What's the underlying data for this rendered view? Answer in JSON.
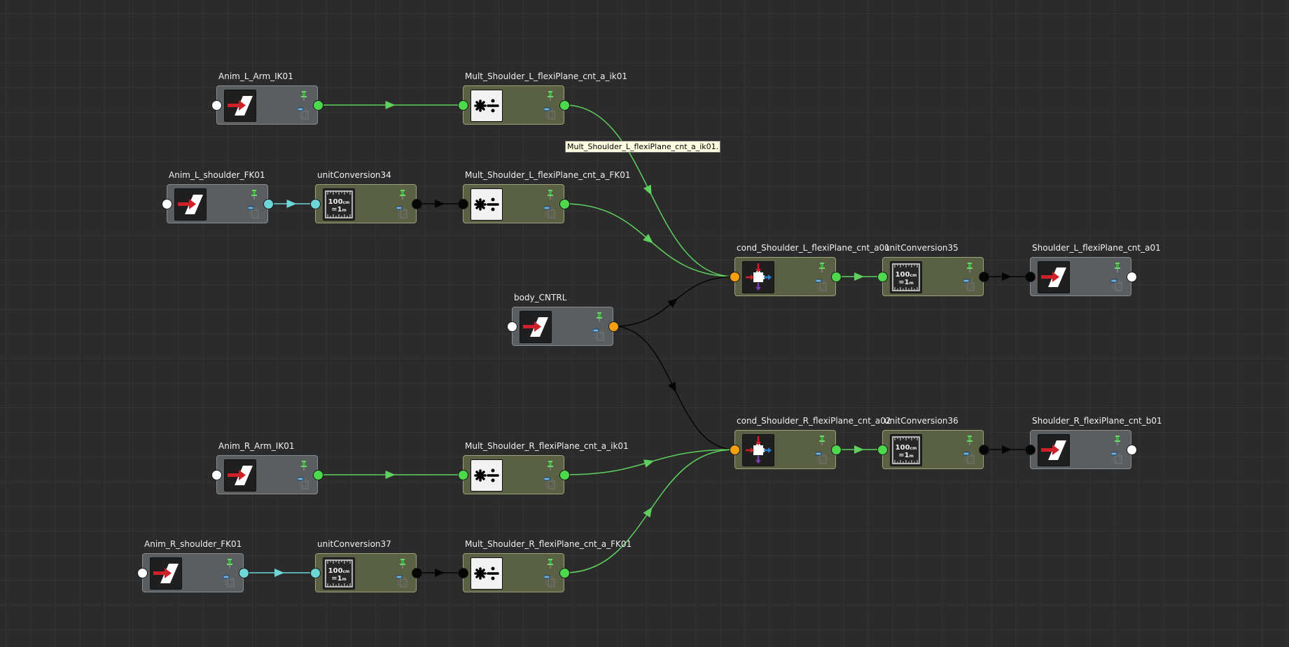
{
  "colors": {
    "green_port": "#4cd94c",
    "cyan_port": "#6fd6d8",
    "black_port": "#050505",
    "white_port": "#ffffff",
    "orange_port": "#f5a012",
    "green_edge": "#5fcf5f",
    "cyan_edge": "#6fd6d8",
    "black_edge": "#050505"
  },
  "nodes": [
    {
      "id": "anim_l_arm_ik",
      "title": "Anim_L_Arm_IK01",
      "kind": "transform",
      "icon": "transform-icon",
      "in": "white",
      "out": "green"
    },
    {
      "id": "mult_l_ik",
      "title": "Mult_Shoulder_L_flexiPlane_cnt_a_ik01",
      "kind": "utility",
      "icon": "multiply-divide-icon",
      "in": "green",
      "out": "green"
    },
    {
      "id": "anim_l_shoulder_fk",
      "title": "Anim_L_shoulder_FK01",
      "kind": "transform",
      "icon": "transform-icon",
      "in": "white",
      "out": "cyan"
    },
    {
      "id": "uc34",
      "title": "unitConversion34",
      "kind": "utility",
      "icon": "unit-conversion-icon",
      "in": "cyan",
      "out": "black"
    },
    {
      "id": "mult_l_fk",
      "title": "Mult_Shoulder_L_flexiPlane_cnt_a_FK01",
      "kind": "utility",
      "icon": "multiply-divide-icon",
      "in": "black",
      "out": "green"
    },
    {
      "id": "cond_l",
      "title": "cond_Shoulder_L_flexiPlane_cnt_a01",
      "kind": "utility",
      "icon": "condition-icon",
      "in": "orange",
      "out": "green"
    },
    {
      "id": "uc35",
      "title": "unitConversion35",
      "kind": "utility",
      "icon": "unit-conversion-icon",
      "in": "green",
      "out": "black"
    },
    {
      "id": "shoulder_l",
      "title": "Shoulder_L_flexiPlane_cnt_a01",
      "kind": "transform",
      "icon": "transform-icon",
      "in": "black",
      "out": "white"
    },
    {
      "id": "body_cntrl",
      "title": "body_CNTRL",
      "kind": "transform",
      "icon": "transform-icon",
      "in": "white",
      "out": "orange"
    },
    {
      "id": "cond_r",
      "title": "cond_Shoulder_R_flexiPlane_cnt_a02",
      "kind": "utility",
      "icon": "condition-icon",
      "in": "orange",
      "out": "green"
    },
    {
      "id": "uc36",
      "title": "unitConversion36",
      "kind": "utility",
      "icon": "unit-conversion-icon",
      "in": "green",
      "out": "black"
    },
    {
      "id": "shoulder_r",
      "title": "Shoulder_R_flexiPlane_cnt_b01",
      "kind": "transform",
      "icon": "transform-icon",
      "in": "black",
      "out": "white"
    },
    {
      "id": "anim_r_arm_ik",
      "title": "Anim_R_Arm_IK01",
      "kind": "transform",
      "icon": "transform-icon",
      "in": "white",
      "out": "green"
    },
    {
      "id": "mult_r_ik",
      "title": "Mult_Shoulder_R_flexiPlane_cnt_a_ik01",
      "kind": "utility",
      "icon": "multiply-divide-icon",
      "in": "green",
      "out": "green"
    },
    {
      "id": "anim_r_shoulder_fk",
      "title": "Anim_R_shoulder_FK01",
      "kind": "transform",
      "icon": "transform-icon",
      "in": "white",
      "out": "cyan"
    },
    {
      "id": "uc37",
      "title": "unitConversion37",
      "kind": "utility",
      "icon": "unit-conversion-icon",
      "in": "cyan",
      "out": "black"
    },
    {
      "id": "mult_r_fk",
      "title": "Mult_Shoulder_R_flexiPlane_cnt_a_FK01",
      "kind": "utility",
      "icon": "multiply-divide-icon",
      "in": "black",
      "out": "green"
    }
  ],
  "edges": [
    {
      "from": "anim_l_arm_ik",
      "to": "mult_l_ik",
      "color": "green"
    },
    {
      "from": "anim_l_shoulder_fk",
      "to": "uc34",
      "color": "cyan"
    },
    {
      "from": "uc34",
      "to": "mult_l_fk",
      "color": "black"
    },
    {
      "from": "mult_l_ik",
      "to": "cond_l",
      "color": "green"
    },
    {
      "from": "mult_l_fk",
      "to": "cond_l",
      "color": "green"
    },
    {
      "from": "body_cntrl",
      "to": "cond_l",
      "color": "black"
    },
    {
      "from": "body_cntrl",
      "to": "cond_r",
      "color": "black"
    },
    {
      "from": "cond_l",
      "to": "uc35",
      "color": "green"
    },
    {
      "from": "uc35",
      "to": "shoulder_l",
      "color": "black"
    },
    {
      "from": "cond_r",
      "to": "uc36",
      "color": "green"
    },
    {
      "from": "uc36",
      "to": "shoulder_r",
      "color": "black"
    },
    {
      "from": "anim_r_arm_ik",
      "to": "mult_r_ik",
      "color": "green"
    },
    {
      "from": "anim_r_shoulder_fk",
      "to": "uc37",
      "color": "cyan"
    },
    {
      "from": "uc37",
      "to": "mult_r_fk",
      "color": "black"
    },
    {
      "from": "mult_r_ik",
      "to": "cond_r",
      "color": "green"
    },
    {
      "from": "mult_r_fk",
      "to": "cond_r",
      "color": "green"
    }
  ],
  "tooltip": {
    "text": "Mult_Shoulder_L_flexiPlane_cnt_a_ik01."
  },
  "unit_conversion_label": {
    "line1": "100cm",
    "line2": "=1m"
  }
}
